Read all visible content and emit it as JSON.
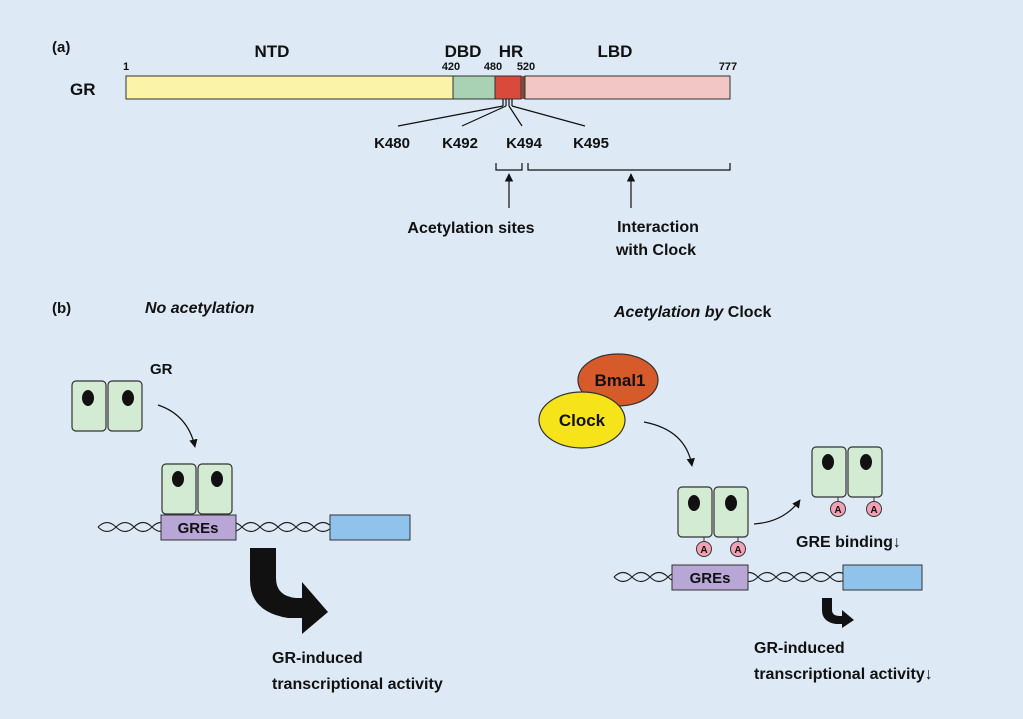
{
  "panel_a": {
    "label": "(a)",
    "protein": "GR",
    "domains": {
      "ntd": "NTD",
      "dbd": "DBD",
      "hr": "HR",
      "lbd": "LBD"
    },
    "positions": [
      "1",
      "420",
      "480",
      "520",
      "777"
    ],
    "lysines": [
      "K480",
      "K492",
      "K494",
      "K495"
    ],
    "acetylation_label": "Acetylation sites",
    "interaction_label_1": "Interaction",
    "interaction_label_2": "with Clock"
  },
  "panel_b": {
    "label": "(b)",
    "left_title": "No acetylation",
    "right_title_italic": "Acetylation by",
    "right_title_plain": " Clock",
    "gr_label": "GR",
    "gres_label": "GREs",
    "bmal1_label": "Bmal1",
    "clock_label": "Clock",
    "acetyl_mark": "A",
    "gre_binding": "GRE binding↓",
    "left_result_1": "GR-induced",
    "left_result_2": "transcriptional activity",
    "right_result_1": "GR-induced",
    "right_result_2": "transcriptional activity↓"
  },
  "colors": {
    "background": "#dde9f5",
    "ntd": "#fbf3a8",
    "dbd": "#a9d1b4",
    "hr": "#d94a3c",
    "lbd": "#f2c6c4",
    "gr_cell": "#d4ebd3",
    "gres_box": "#b7a6d6",
    "target_gene": "#8fc3ec",
    "bmal1": "#d75a2a",
    "clock": "#f7e31a",
    "acetyl": "#f2a2b4"
  }
}
